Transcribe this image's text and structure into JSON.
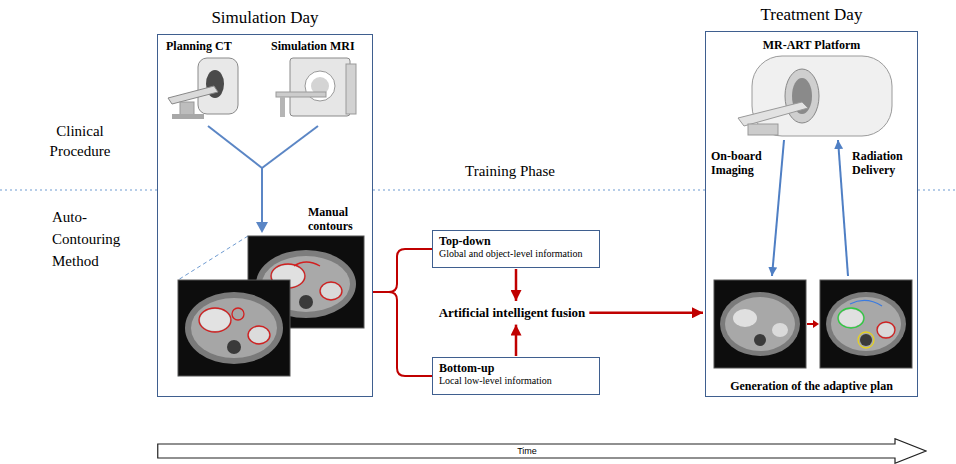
{
  "diagram": {
    "nodes": [
      {
        "text": [
          "Simulation Day",
          "Planning CT",
          "Simulation MRI",
          "Manual contours"
        ]
      },
      {
        "text": [
          "Top-down",
          "Global and object-level information"
        ]
      },
      {
        "text": [
          "Artificial intelligent fusion"
        ]
      },
      {
        "text": [
          "Bottom-up",
          "Local low-level information"
        ]
      },
      {
        "text": [
          "Treatment Day",
          "MR-ART Platform",
          "On-board Imaging",
          "Radiation Delivery",
          "Generation of the adaptive plan"
        ]
      },
      {
        "text": [
          "Time"
        ]
      }
    ],
    "edges": [
      {
        "from": 1,
        "to": 2,
        "arrow": "to"
      },
      {
        "from": 3,
        "to": 2,
        "arrow": "to"
      },
      {
        "from": 2,
        "to": 4,
        "arrow": "to"
      }
    ],
    "labels": [
      "Clinical Procedure",
      "Training Phase",
      "Auto-Contouring Method"
    ]
  }
}
